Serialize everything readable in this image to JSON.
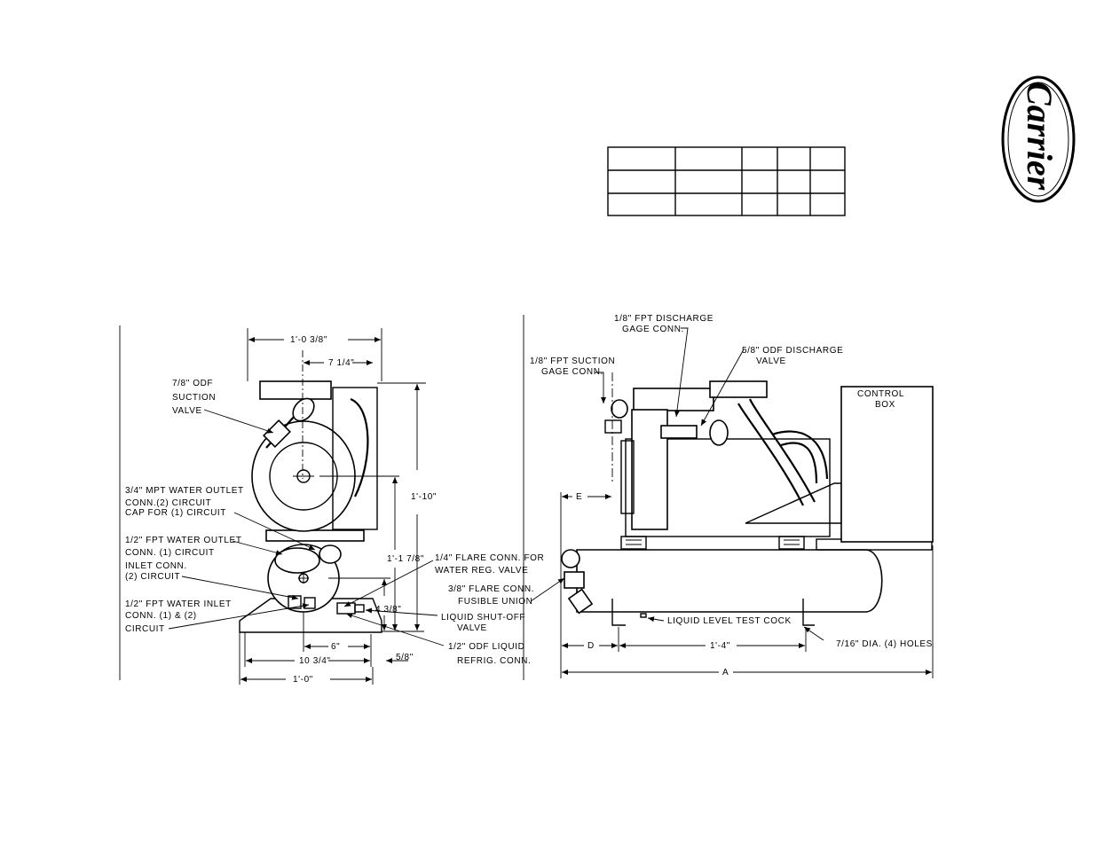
{
  "logo": {
    "text": "Carrier"
  },
  "table": {
    "rows": 3,
    "cols": 5
  },
  "front_view": {
    "labels": {
      "suction_valve": [
        "7/8\" ODF",
        "SUCTION",
        "VALVE"
      ],
      "water_outlet_34": [
        "3/4\" MPT WATER OUTLET",
        "CONN.(2) CIRCUIT",
        "CAP FOR (1) CIRCUIT"
      ],
      "water_outlet_12": [
        "1/2\" FPT WATER OUTLET",
        "CONN. (1) CIRCUIT",
        "INLET CONN.",
        "(2) CIRCUIT"
      ],
      "water_inlet": [
        "1/2\" FPT WATER INLET",
        "CONN. (1) & (2)",
        "CIRCUIT"
      ],
      "flare_conn": [
        "1/4\" FLARE CONN. FOR",
        "WATER REG. VALVE"
      ],
      "fusible_union": [
        "3/8\" FLARE CONN.",
        "FUSIBLE UNION"
      ],
      "liquid_shutoff": [
        "LIQUID SHUT-OFF",
        "VALVE"
      ],
      "odf_liquid": [
        "1/2\" ODF LIQUID",
        "REFRIG. CONN."
      ]
    },
    "dimensions": {
      "top_width": "1'-0 3/8\"",
      "shaft_offset": "7 1/4\"",
      "overall_height": "1'-10\"",
      "receiver_height": "1'-1 7/8\"",
      "base_height": "4 3/8\"",
      "six": "6\"",
      "ten_three_quarter": "10 3/4\"",
      "five_eighths": "5/8\"",
      "base_width": "1'-0\""
    }
  },
  "side_view": {
    "labels": {
      "discharge_gage": [
        "1/8\" FPT DISCHARGE",
        "GAGE CONN."
      ],
      "discharge_valve": [
        "5/8\" ODF DISCHARGE",
        "VALVE"
      ],
      "suction_gage": [
        "1/8\" FPT SUCTION",
        "GAGE CONN."
      ],
      "control_box": [
        "CONTROL",
        "BOX"
      ],
      "test_cock": "LIQUID LEVEL TEST COCK",
      "holes": "7/16\" DIA. (4) HOLES"
    },
    "dimensions": {
      "e": "E",
      "d": "D",
      "span": "1'-4\"",
      "a": "A"
    }
  }
}
